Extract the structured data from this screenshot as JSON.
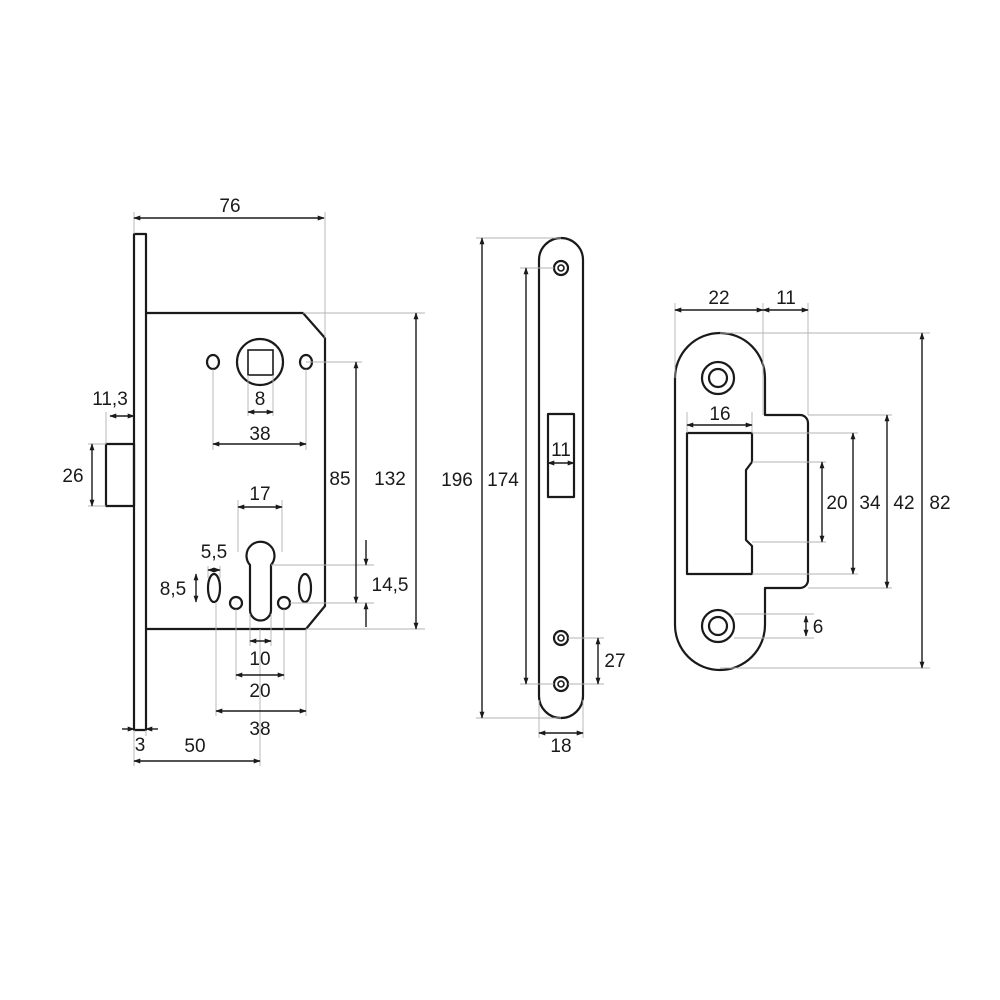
{
  "colors": {
    "line": "#1a1a1a",
    "extension": "#b3b3b3",
    "background": "#ffffff"
  },
  "lock_body": {
    "width": "76",
    "height": "132",
    "backset": "50",
    "faceplate_thickness": "3",
    "latch_projection": "11,3",
    "latch_height": "26",
    "spindle_square": "8",
    "upper_hole_spacing": "38",
    "center_distance": "85",
    "cylinder_width": "17",
    "cylinder_offset": "14,5",
    "slot_width": "5,5",
    "slot_height": "8,5",
    "cylinder_cam_width": "10",
    "cylinder_hole_spacing": "20",
    "lower_hole_spacing": "38"
  },
  "faceplate": {
    "total_length": "196",
    "screw_spacing": "174",
    "latch_slot_width": "11",
    "lower_screw_spacing": "27",
    "width": "18"
  },
  "strike_plate": {
    "width": "22",
    "lip_offset": "11",
    "pocket_width": "16",
    "inner_height": "20",
    "pocket_height": "34",
    "notch_height": "42",
    "total_height": "82",
    "hole_offset": "6"
  }
}
